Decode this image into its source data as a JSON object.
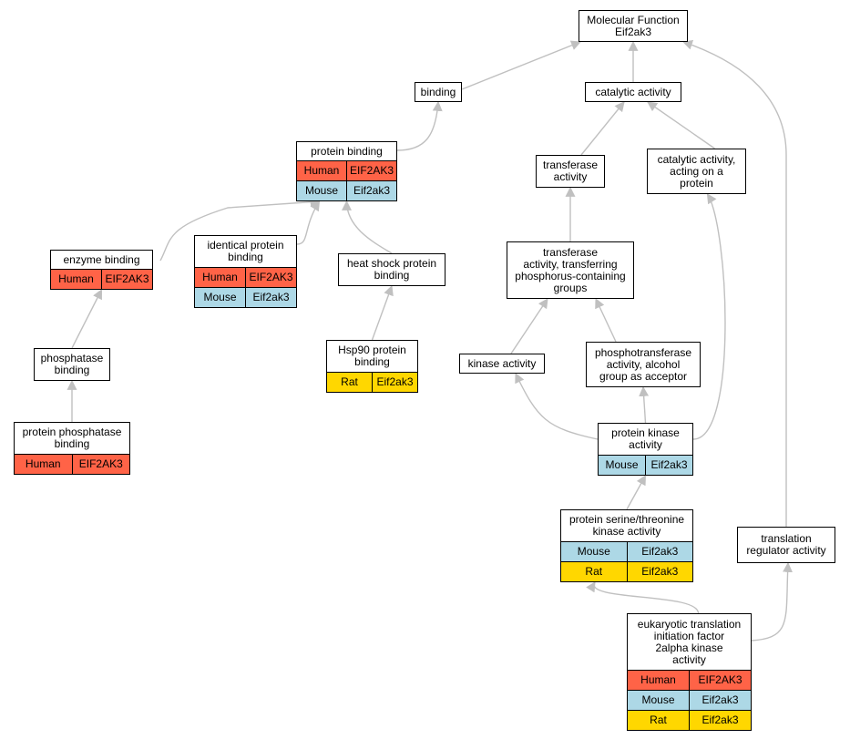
{
  "colors": {
    "Human": "#ff6347",
    "Mouse": "#add8e6",
    "Rat": "#ffd700",
    "edge": "#c0c0c0"
  },
  "nodes": {
    "mf": {
      "label": "Molecular Function\nEif2ak3",
      "rows": []
    },
    "bind": {
      "label": "binding",
      "rows": []
    },
    "cat": {
      "label": "catalytic activity",
      "rows": []
    },
    "pb": {
      "label": "protein binding",
      "rows": [
        {
          "species": "Human",
          "gene": "EIF2AK3"
        },
        {
          "species": "Mouse",
          "gene": "Eif2ak3"
        }
      ]
    },
    "trans": {
      "label": "transferase\nactivity",
      "rows": []
    },
    "catp": {
      "label": "catalytic activity,\nacting on a\nprotein",
      "rows": []
    },
    "enz": {
      "label": "enzyme binding",
      "rows": [
        {
          "species": "Human",
          "gene": "EIF2AK3"
        }
      ]
    },
    "ipb": {
      "label": "identical protein\nbinding",
      "rows": [
        {
          "species": "Human",
          "gene": "EIF2AK3"
        },
        {
          "species": "Mouse",
          "gene": "Eif2ak3"
        }
      ]
    },
    "hsp": {
      "label": "heat shock protein\nbinding",
      "rows": []
    },
    "tphos": {
      "label": "transferase\nactivity, transferring\nphosphorus-containing\ngroups",
      "rows": []
    },
    "phosb": {
      "label": "phosphatase\nbinding",
      "rows": []
    },
    "hsp90": {
      "label": "Hsp90 protein\nbinding",
      "rows": [
        {
          "species": "Rat",
          "gene": "Eif2ak3"
        }
      ]
    },
    "kin": {
      "label": "kinase activity",
      "rows": []
    },
    "pta": {
      "label": "phosphotransferase\nactivity, alcohol\ngroup as acceptor",
      "rows": []
    },
    "ppb": {
      "label": "protein phosphatase\nbinding",
      "rows": [
        {
          "species": "Human",
          "gene": "EIF2AK3"
        }
      ]
    },
    "pka": {
      "label": "protein kinase\nactivity",
      "rows": [
        {
          "species": "Mouse",
          "gene": "Eif2ak3"
        }
      ]
    },
    "pst": {
      "label": "protein serine/threonine\nkinase activity",
      "rows": [
        {
          "species": "Mouse",
          "gene": "Eif2ak3"
        },
        {
          "species": "Rat",
          "gene": "Eif2ak3"
        }
      ]
    },
    "trra": {
      "label": "translation\nregulator activity",
      "rows": []
    },
    "eif": {
      "label": "eukaryotic translation\ninitiation factor\n2alpha kinase\nactivity",
      "rows": [
        {
          "species": "Human",
          "gene": "EIF2AK3"
        },
        {
          "species": "Mouse",
          "gene": "Eif2ak3"
        },
        {
          "species": "Rat",
          "gene": "Eif2ak3"
        }
      ]
    }
  },
  "edges": [
    {
      "from": "bind",
      "to": "mf"
    },
    {
      "from": "cat",
      "to": "mf"
    },
    {
      "from": "trra",
      "to": "mf"
    },
    {
      "from": "pb",
      "to": "bind"
    },
    {
      "from": "trans",
      "to": "cat"
    },
    {
      "from": "catp",
      "to": "cat"
    },
    {
      "from": "enz",
      "to": "pb"
    },
    {
      "from": "ipb",
      "to": "pb"
    },
    {
      "from": "hsp",
      "to": "pb"
    },
    {
      "from": "hsp90",
      "to": "hsp"
    },
    {
      "from": "phosb",
      "to": "enz"
    },
    {
      "from": "ppb",
      "to": "phosb"
    },
    {
      "from": "tphos",
      "to": "trans"
    },
    {
      "from": "kin",
      "to": "tphos"
    },
    {
      "from": "pta",
      "to": "tphos"
    },
    {
      "from": "pka",
      "to": "kin"
    },
    {
      "from": "pka",
      "to": "pta"
    },
    {
      "from": "pka",
      "to": "catp"
    },
    {
      "from": "pst",
      "to": "pka"
    },
    {
      "from": "eif",
      "to": "pst"
    },
    {
      "from": "eif",
      "to": "trra"
    }
  ]
}
